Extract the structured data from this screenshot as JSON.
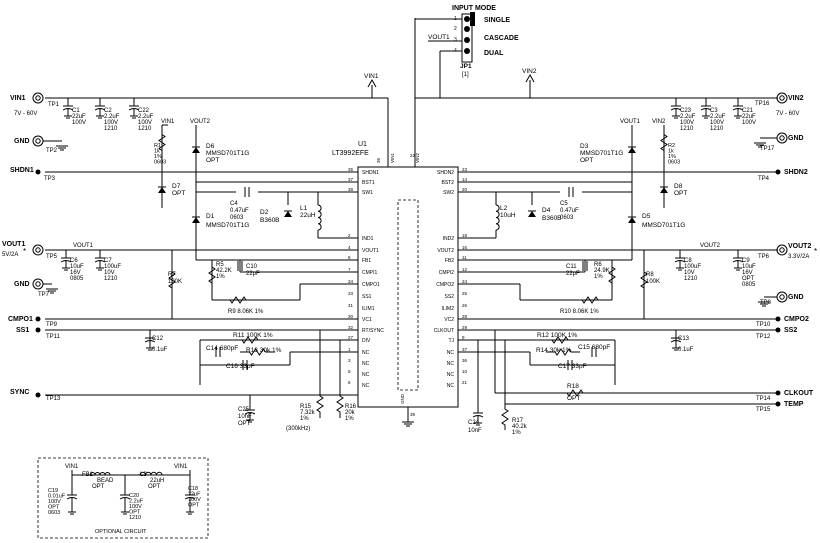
{
  "input_mode": {
    "title": "INPUT MODE",
    "single": "SINGLE",
    "cascade": "CASCADE",
    "dual": "DUAL",
    "vout1": "VOUT1",
    "ref": "JP1",
    "note": "[1]",
    "pins": [
      "1",
      "2",
      "3",
      "4"
    ]
  },
  "rails": {
    "vin1": "VIN1",
    "vin2": "VIN2",
    "vout1": "VOUT1",
    "vout2": "VOUT2"
  },
  "ic": {
    "ref": "U1",
    "part": "LT3992EFE",
    "left_pins": [
      {
        "num": "35",
        "name": "SHDN1"
      },
      {
        "num": "37",
        "name": "BST1"
      },
      {
        "num": "38",
        "name": "SW1"
      },
      {
        "num": "2",
        "name": "IND1"
      },
      {
        "num": "4",
        "name": "VOUT1"
      },
      {
        "num": "8",
        "name": "FB1"
      },
      {
        "num": "7",
        "name": "CMPI1"
      },
      {
        "num": "34",
        "name": "CMPO1"
      },
      {
        "num": "33",
        "name": "SS1"
      },
      {
        "num": "31",
        "name": "ILIM1"
      },
      {
        "num": "30",
        "name": "VC1"
      },
      {
        "num": "32",
        "name": "RT/SYNC"
      },
      {
        "num": "27",
        "name": "DIV"
      },
      {
        "num": "1",
        "name": "NC"
      },
      {
        "num": "3",
        "name": "NC"
      },
      {
        "num": "5",
        "name": "NC"
      },
      {
        "num": "6",
        "name": "NC"
      }
    ],
    "right_pins": [
      {
        "num": "23",
        "name": "SHDN2"
      },
      {
        "num": "14",
        "name": "BST2"
      },
      {
        "num": "20",
        "name": "SW2"
      },
      {
        "num": "18",
        "name": "IND2"
      },
      {
        "num": "16",
        "name": "VOUT2"
      },
      {
        "num": "11",
        "name": "FB2"
      },
      {
        "num": "12",
        "name": "CMPI2"
      },
      {
        "num": "24",
        "name": "CMPO2"
      },
      {
        "num": "25",
        "name": "SS2"
      },
      {
        "num": "26",
        "name": "ILIM2"
      },
      {
        "num": "28",
        "name": "VC2"
      },
      {
        "num": "29",
        "name": "CLKOUT"
      },
      {
        "num": "9",
        "name": "TJ"
      },
      {
        "num": "37",
        "name": "NC"
      },
      {
        "num": "36",
        "name": "NC"
      },
      {
        "num": "10",
        "name": "NC"
      },
      {
        "num": "21",
        "name": "NC"
      }
    ],
    "top_pins": [
      {
        "num": "36",
        "name": "VIN1"
      },
      {
        "num": "22",
        "name": "VIN2"
      }
    ],
    "gnd_pin": {
      "num": "39",
      "name": "GND"
    }
  },
  "connectors": {
    "vin1": {
      "label": "VIN1",
      "tp": "TP1",
      "range": "7V - 60V"
    },
    "vin2": {
      "label": "VIN2",
      "tp": "TP16",
      "range": "7V - 60V"
    },
    "gnd1": {
      "label": "GND",
      "tp": "TP2"
    },
    "gnd2": {
      "label": "GND",
      "tp": "TP17"
    },
    "shdn1": {
      "label": "SHDN1",
      "tp": "TP3"
    },
    "shdn2": {
      "label": "SHDN2",
      "tp": "TP4"
    },
    "vout1": {
      "label": "VOUT1",
      "sub": "5V/2A",
      "tp": "TP5",
      "star": "*"
    },
    "vout2": {
      "label": "VOUT2",
      "sub": "3.3V/2A",
      "tp": "TP6",
      "star": "*"
    },
    "gnd3": {
      "label": "GND",
      "tp": "TP7"
    },
    "gnd4": {
      "label": "GND",
      "tp": "TP8"
    },
    "cmpo1": {
      "label": "CMPO1",
      "tp": "TP9"
    },
    "cmpo2": {
      "label": "CMPO2",
      "tp": "TP10"
    },
    "ss1": {
      "label": "SS1",
      "tp": "TP11"
    },
    "ss2": {
      "label": "SS2",
      "tp": "TP12"
    },
    "sync": {
      "label": "SYNC",
      "tp": "TP13"
    },
    "clkout": {
      "label": "CLKOUT",
      "tp": "TP14"
    },
    "temp": {
      "label": "TEMP",
      "tp": "TP15"
    }
  },
  "components": {
    "c1": [
      "C1",
      "22uF",
      "100V"
    ],
    "c2": [
      "C2",
      "2.2uF",
      "100V",
      "1210"
    ],
    "c22": [
      "C22",
      "2.2uF",
      "100V",
      "1210"
    ],
    "c23": [
      "C23",
      "2.2uF",
      "100V",
      "1210"
    ],
    "c3": [
      "C3",
      "2.2uF",
      "100V",
      "1210"
    ],
    "c21": [
      "C21",
      "22uF",
      "100V"
    ],
    "r1": [
      "R1",
      "1k",
      "1%",
      "0603"
    ],
    "r2": [
      "R2",
      "1k",
      "1%",
      "0603"
    ],
    "d6": [
      "D6",
      "MMSD701T1G",
      "OPT"
    ],
    "d3": [
      "D3",
      "MMSD701T1G",
      "OPT"
    ],
    "d7": [
      "D7",
      "OPT"
    ],
    "d8": [
      "D8",
      "OPT"
    ],
    "c4": [
      "C4",
      "0.47uF",
      "0603"
    ],
    "c5": [
      "C5",
      "0.47uF",
      "0603"
    ],
    "d1": [
      "D1",
      "MMSD701T1G"
    ],
    "d5": [
      "D5",
      "MMSD701T1G"
    ],
    "d2": [
      "D2",
      "B360B"
    ],
    "d4": [
      "D4",
      "B360B"
    ],
    "l1": [
      "L1",
      "22uH"
    ],
    "l2": [
      "L2",
      "10uH"
    ],
    "c6": [
      "C6",
      "10uF",
      "16V",
      "0805"
    ],
    "c7": [
      "C7",
      "100uF",
      "10V",
      "1210"
    ],
    "c8": [
      "C8",
      "100uF",
      "10V",
      "1210"
    ],
    "c9": [
      "C9",
      "10uF",
      "16V",
      "OPT",
      "0805"
    ],
    "r7": [
      "R7",
      "100K"
    ],
    "r8": [
      "R8",
      "100K"
    ],
    "r5": [
      "R5",
      "42.2K",
      "1%"
    ],
    "r6": [
      "R6",
      "24.9K",
      "1%"
    ],
    "c10": [
      "C10",
      "22pF"
    ],
    "c11": [
      "C11",
      "22pF"
    ],
    "r9": "R9  8.06K  1%",
    "r10": "R10  8.06K  1%",
    "c12": [
      "C12",
      "0.1uF"
    ],
    "c13": [
      "C13",
      "0.1uF"
    ],
    "r11": "R11  100K  1%",
    "r12": "R12  100K  1%",
    "c14": "C14  680pF",
    "r13": "R13  30k  1%",
    "c16": "C16  33pF",
    "r14": "R14  30k  1%",
    "c15": "C15  680pF",
    "c17": "C17  33pF",
    "r18": [
      "R18",
      "OPT"
    ],
    "c25": [
      "C25",
      "10nF",
      "OPT"
    ],
    "r15": [
      "R15",
      "7.32k",
      "1%"
    ],
    "r16": [
      "R16",
      "20k",
      "1%"
    ],
    "freq": "(300kHz)",
    "c24": [
      "C24",
      "10nF"
    ],
    "r17": [
      "R17",
      "40.2k",
      "1%"
    ]
  },
  "optional": {
    "title": "OPTIONAL CIRCUIT",
    "fb1": [
      "FB1",
      "BEAD",
      "OPT"
    ],
    "l3": [
      "L3",
      "22uH",
      "OPT"
    ],
    "c19": [
      "C19",
      "0.01uF",
      "100V",
      "OPT",
      "0603"
    ],
    "c20": [
      "C20",
      "2.2uF",
      "100V",
      "OPT",
      "1210"
    ],
    "c18": [
      "C18",
      "22uF",
      "100V",
      "OPT"
    ]
  }
}
